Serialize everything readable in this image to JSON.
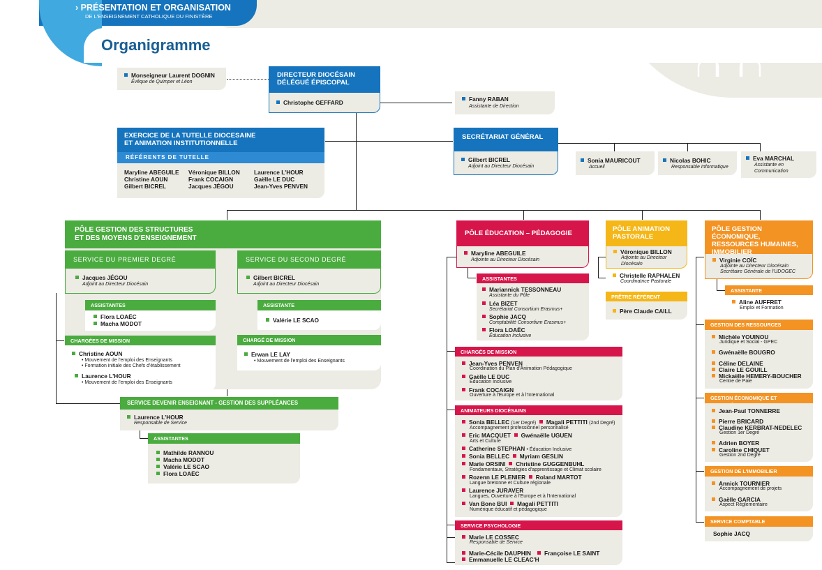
{
  "header": {
    "section": "PRÉSENTATION ET ORGANISATION",
    "subsection": "DE L'ENSEIGNEMENT CATHOLIQUE DU FINISTÈRE"
  },
  "title": "Organigramme",
  "bishop": {
    "name": "Monseigneur Laurent DOGNIN",
    "role": "Évêque de Quimper et Léon"
  },
  "director": {
    "title": "DIRECTEUR DIOCÉSAIN DÉLÉGUÉ ÉPISCOPAL",
    "name": "Christophe GEFFARD"
  },
  "assistant": {
    "name": "Fanny RABAN",
    "role": "Assistante de Direction"
  },
  "tutelle": {
    "title1": "EXERCICE DE LA TUTELLE DIOCESAINE",
    "title2": "ET ANIMATION INSTITUTIONNELLE",
    "ref_label": "RÉFÉRENTS DE TUTELLE",
    "col1": [
      "Maryline ABEGUILE",
      "Christine AOUN",
      "Gilbert BICREL"
    ],
    "col2": [
      "Véronique BILLON",
      "Frank COCAIGN",
      "Jacques JÉGOU"
    ],
    "col3": [
      "Laurence L'HOUR",
      "Gaëlle LE DUC",
      "Jean-Yves PENVEN"
    ]
  },
  "secretariat": {
    "title": "SECRÉTARIAT GÉNÉRAL",
    "name": "Gilbert BICREL",
    "role": "Adjoint au Directeur Diocésain"
  },
  "sec_staff": [
    {
      "name": "Sonia MAURICOUT",
      "role": "Accueil"
    },
    {
      "name": "Nicolas BOHIC",
      "role": "Responsable Informatique"
    },
    {
      "name": "Eva MARCHAL",
      "role": "Assistante en Communication"
    }
  ],
  "pole_structures": {
    "title1": "PÔLE GESTION DES STRUCTURES",
    "title2": "ET DES MOYENS D'ENSEIGNEMENT",
    "premier": {
      "title": "SERVICE DU PREMIER DEGRÉ",
      "name": "Jacques JÉGOU",
      "role": "Adjoint au Directeur Diocésain",
      "assist_label": "ASSISTANTES",
      "assistants": [
        "Flora LOAËC",
        "Macha MODOT"
      ],
      "mission_label": "CHARGÉES DE MISSION",
      "m1": "Christine AOUN",
      "m1a": "Mouvement de l'emploi des Enseignants",
      "m1b": "Formation initiale des Chefs d'établissement",
      "m2": "Laurence L'HOUR",
      "m2a": "Mouvement de l'emploi des Enseignants"
    },
    "second": {
      "title": "SERVICE DU SECOND DEGRÉ",
      "name": "Gilbert BICREL",
      "role": "Adjoint au Directeur Diocésain",
      "assist_label": "ASSISTANTE",
      "assistant": "Valérie LE SCAO",
      "mission_label": "CHARGÉ DE MISSION",
      "m1": "Erwan LE LAY",
      "m1a": "Mouvement de l'emploi des Enseignants"
    },
    "devenir": {
      "title": "SERVICE DEVENIR ENSEIGNANT - GESTION DES SUPPLÉANCES",
      "name": "Laurence L'HOUR",
      "role": "Responsable de Service",
      "assist_label": "ASSISTANTES",
      "assistants": [
        "Mathilde RANNOU",
        "Macha MODOT",
        "Valérie LE SCAO",
        "Flora LOAËC"
      ]
    }
  },
  "pole_education": {
    "title": "PÔLE ÉDUCATION – PÉDAGOGIE",
    "name": "Maryline ABEGUILE",
    "role": "Adjointe au Directeur Diocésain",
    "assist_label": "ASSISTANTES",
    "assistants": [
      {
        "name": "Mariannick TESSONNEAU",
        "role": "Assistante du Pôle"
      },
      {
        "name": "Léa BIZET",
        "role": "Secrétariat Consortium Erasmus+"
      },
      {
        "name": "Sophie JACQ",
        "role": "Comptabilité Consortium Erasmus+"
      },
      {
        "name": "Flora LOAËC",
        "role": "Éducation Inclusive"
      }
    ],
    "mission_label": "CHARGÉS DE MISSION",
    "missions": [
      {
        "name": "Jean-Yves PENVEN",
        "role": "Coordination du Plan d'Animation Pédagogique"
      },
      {
        "name": "Gaëlle LE DUC",
        "role": "Éducation Inclusive"
      },
      {
        "name": "Frank COCAIGN",
        "role": "Ouverture à l'Europe et à l'International"
      }
    ],
    "anim_label": "ANIMATEURS DIOCÉSAINS",
    "anim": [
      {
        "a": "Sonia BELLEC",
        "as": "(1er Degré)",
        "b": "Magali PETTITI",
        "bs": "(2nd Degré)",
        "d": "Accompagnement professionnel personnalisé"
      },
      {
        "a": "Eric MACQUET",
        "as": "",
        "b": "Gwénaëlle UGUEN",
        "bs": "",
        "d": "Arts et Culture"
      },
      {
        "a": "Catherine STEPHAN",
        "as": "• Éducation Inclusive",
        "b": "",
        "bs": "",
        "d": ""
      },
      {
        "a": "Sonia BELLEC",
        "as": "",
        "b": "Myriam GESLIN",
        "bs": "",
        "d": ""
      },
      {
        "a": "Marie ORSINI",
        "as": "",
        "b": "Christine GUGGENBUHL",
        "bs": "",
        "d": "Fondamentaux, Stratégies d'apprentissage et Climat scolaire"
      },
      {
        "a": "Rozenn LE PLENIER",
        "as": "",
        "b": "Roland MARTOT",
        "bs": "",
        "d": "Langue bretonne et Culture régionale"
      },
      {
        "a": "Laurence JURAVER",
        "as": "",
        "b": "",
        "bs": "",
        "d": "Langues, Ouverture à l'Europe et à l'International"
      },
      {
        "a": "Van Bone BUI",
        "as": "",
        "b": "Magali PETTITI",
        "bs": "",
        "d": "Numérique éducatif et pédagogique"
      }
    ],
    "psy_label": "SERVICE PSYCHOLOGIE",
    "psy_head": "Marie LE COSSEC",
    "psy_role": "Responsable de Service",
    "psy1": "Marie-Cécile DAUPHIN",
    "psy2": "Françoise LE SAINT",
    "psy3": "Emmanuelle LE CLEAC'H"
  },
  "pole_pastorale": {
    "title": "PÔLE ANIMATION PASTORALE",
    "name": "Véronique BILLON",
    "role": "Adjointe au Directeur Diocésain",
    "name2": "Christelle RAPHALEN",
    "role2": "Coordinatrice Pastorale",
    "pretre_label": "PRÊTRE RÉFÉRENT",
    "pretre": "Père Claude CAILL"
  },
  "pole_eco": {
    "title": "PÔLE GESTION ÉCONOMIQUE, RESSOURCES HUMAINES, IMMOBILIER",
    "name": "Virginie COÏC",
    "role1": "Adjointe au Directeur Diocésain",
    "role2": "Secrétaire Générale de l'UDOGEC",
    "assist_label": "ASSISTANTE",
    "assistant": "Aline AUFFRET",
    "assistant_role": "Emploi et Formation",
    "rh_label": "GESTION DES RESSOURCES HUMAINES",
    "rh": [
      {
        "name": "Michèle YOUINOU",
        "role": "Juridique et Social - GPEC"
      },
      {
        "name": "Gwénaëlle BOUGRO",
        "role": ""
      },
      {
        "name": "Céline DELAINE",
        "role": ""
      },
      {
        "name": "Claire LE GOUILL",
        "role": ""
      },
      {
        "name": "Mickaëlle HEMERY-BOUCHER",
        "role": "Centre de Paie"
      }
    ],
    "fin_label": "GESTION ÉCONOMIQUE ET FINANCIÈRE",
    "fin": [
      {
        "name": "Jean-Paul TONNERRE",
        "role": ""
      },
      {
        "name": "Pierre BRICARD",
        "role": ""
      },
      {
        "name": "Claudine KERBRAT-NEDELEC",
        "role": "Gestion 1er Degré"
      },
      {
        "name": "Adrien BOYER",
        "role": ""
      },
      {
        "name": "Caroline CHIQUET",
        "role": "Gestion 2nd Degré"
      }
    ],
    "imm_label": "GESTION DE L'IMMOBILIER",
    "imm": [
      {
        "name": "Annick TOURNIER",
        "role": "Accompagnement de projets"
      },
      {
        "name": "Gaëlle GARCIA",
        "role": "Aspect Réglementaire"
      }
    ],
    "compta_label": "SERVICE COMPTABLE",
    "compta": "Sophie JACQ"
  },
  "colors": {
    "blue": "#1574bd",
    "green": "#4aab3f",
    "red": "#d6164b",
    "orange": "#f39324",
    "yellow": "#f5b617",
    "card": "#ecebe4"
  },
  "icons": [
    "people-icon"
  ]
}
